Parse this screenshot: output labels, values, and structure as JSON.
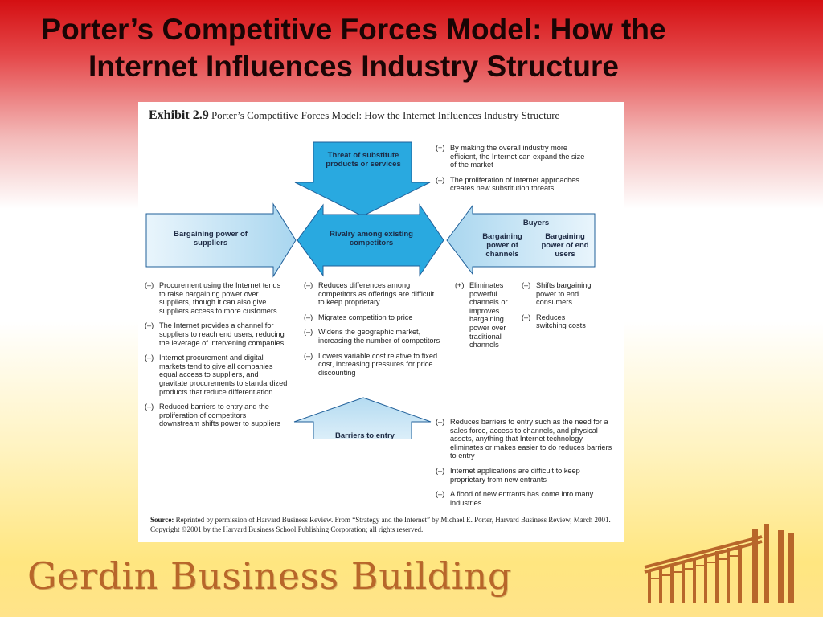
{
  "slide": {
    "title": "Porter’s Competitive Forces Model: How the Internet Influences Industry Structure"
  },
  "exhibit": {
    "number": "Exhibit 2.9",
    "caption": "Porter’s Competitive Forces Model: How the Internet Influences Industry Structure"
  },
  "nodes": {
    "substitutes": "Threat of substitute products or services",
    "suppliers": "Bargaining power of suppliers",
    "rivalry": "Rivalry among existing competitors",
    "buyers": "Buyers",
    "channels": "Bargaining power of channels",
    "end_users": "Bargaining power of end users",
    "barriers": "Barriers to entry"
  },
  "notes": {
    "substitutes": [
      {
        "sign": "(+)",
        "text": "By making the overall industry more efficient, the Internet can expand the size of the market"
      },
      {
        "sign": "(–)",
        "text": "The proliferation of Internet approaches creates new substitution threats"
      }
    ],
    "suppliers": [
      {
        "sign": "(–)",
        "text": "Procurement using the Internet tends to raise bargaining power over suppliers, though it can also give suppliers access to more customers"
      },
      {
        "sign": "(–)",
        "text": "The Internet provides a channel for suppliers to reach end users, reducing the leverage of intervening companies"
      },
      {
        "sign": "(–)",
        "text": "Internet procurement and digital markets tend to give all companies equal access to suppliers, and gravitate procurements to standardized products that reduce differentiation"
      },
      {
        "sign": "(–)",
        "text": "Reduced barriers to entry and the proliferation of competitors downstream shifts power to suppliers"
      }
    ],
    "rivalry": [
      {
        "sign": "(–)",
        "text": "Reduces differences among competitors as offerings are difficult to keep proprietary"
      },
      {
        "sign": "(–)",
        "text": "Migrates competition to price"
      },
      {
        "sign": "(–)",
        "text": "Widens the geographic market, increasing the number of competitors"
      },
      {
        "sign": "(–)",
        "text": "Lowers variable cost relative to fixed cost, increasing pressures for price discounting"
      }
    ],
    "channels": [
      {
        "sign": "(+)",
        "text": "Eliminates powerful channels or improves bargaining power over traditional channels"
      }
    ],
    "end_users": [
      {
        "sign": "(–)",
        "text": "Shifts bargaining power to end consumers"
      },
      {
        "sign": "(–)",
        "text": "Reduces switching costs"
      }
    ],
    "barriers": [
      {
        "sign": "(–)",
        "text": "Reduces barriers to entry such as the need for a sales force, access to channels, and physical assets, anything that Internet technology eliminates or makes easier to do reduces barriers to entry"
      },
      {
        "sign": "(–)",
        "text": "Internet applications are difficult to keep proprietary from new entrants"
      },
      {
        "sign": "(–)",
        "text": "A flood of new entrants has come into many industries"
      }
    ]
  },
  "source": {
    "label": "Source:",
    "text": "Reprinted by permission of Harvard Business Review. From “Strategy and the Internet” by Michael E. Porter, Harvard Business Review, March 2001. Copyright ©2001 by the Harvard Business School Publishing Corporation; all rights reserved."
  },
  "footer": {
    "brand": "Gerdin Business Building"
  },
  "colors": {
    "arrow_fill": "#29a9e0",
    "arrow_light": "#b9def2",
    "arrow_stroke": "#1f5f99",
    "brand": "#b8662a"
  }
}
